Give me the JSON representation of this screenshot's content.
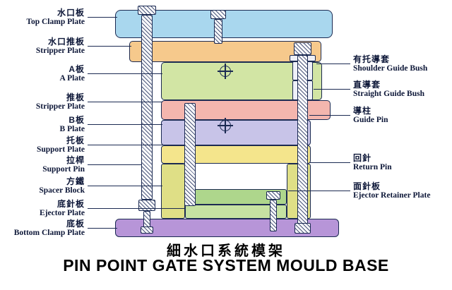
{
  "title": {
    "cn": "細水口系統模架",
    "en": "PIN POINT GATE SYSTEM MOULD BASE"
  },
  "left_labels": [
    {
      "cn": "水口板",
      "en": "Top Clamp Plate"
    },
    {
      "cn": "水口推板",
      "en": "Stripper Plate"
    },
    {
      "cn": "A板",
      "en": "A Plate"
    },
    {
      "cn": "推板",
      "en": "Stripper Plate"
    },
    {
      "cn": "B板",
      "en": "B Plate"
    },
    {
      "cn": "托板",
      "en": "Support Plate"
    },
    {
      "cn": "拉桿",
      "en": "Support Pin"
    },
    {
      "cn": "方鐵",
      "en": "Spacer Block"
    },
    {
      "cn": "底針板",
      "en": "Ejector Plate"
    },
    {
      "cn": "底板",
      "en": "Bottom Clamp Plate"
    }
  ],
  "right_labels": [
    {
      "cn": "有托導套",
      "en": "Shoulder Guide Bush"
    },
    {
      "cn": "直導套",
      "en": "Straight Guide Bush"
    },
    {
      "cn": "導柱",
      "en": "Guide Pin"
    },
    {
      "cn": "回針",
      "en": "Return Pin"
    },
    {
      "cn": "面針板",
      "en": "Ejector Retainer Plate"
    }
  ],
  "colors": {
    "outline": "#1b2a52",
    "top_clamp_plate": "#a9d7ee",
    "stripper_plate_top": "#f6c98c",
    "a_plate": "#d2e5a4",
    "stripper_plate_mid": "#f4b6ae",
    "b_plate": "#c8c4e8",
    "support_plate": "#f4e58c",
    "spacer_block": "#dfdf86",
    "ejector_retainer_plate": "#aed68c",
    "ejector_plate": "#c6e2a2",
    "bottom_clamp_plate": "#b795d8",
    "pin_fill": "#fafbfe"
  }
}
